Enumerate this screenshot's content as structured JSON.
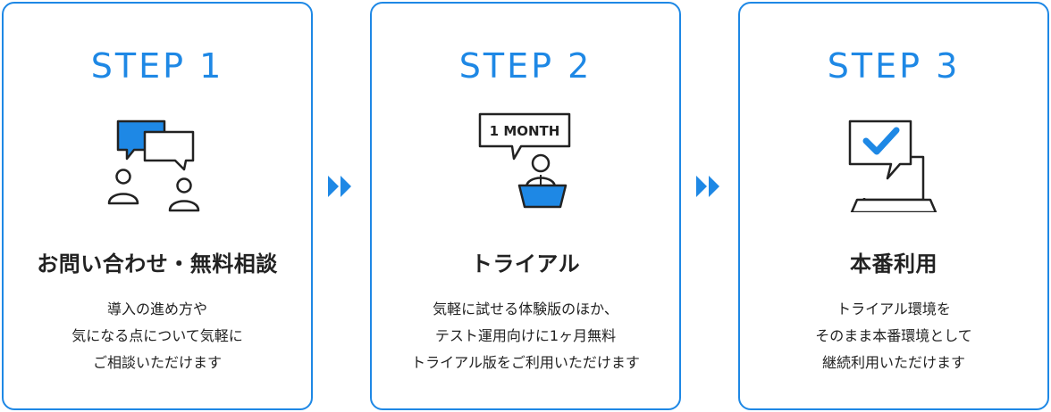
{
  "colors": {
    "accent": "#1e88e5",
    "text": "#222222",
    "background": "#ffffff"
  },
  "steps": [
    {
      "step_label": "STEP 1",
      "icon": "consultation-icon",
      "title": "お問い合わせ・無料相談",
      "description": [
        "導入の進め方や",
        "気になる点について気軽に",
        "ご相談いただけます"
      ]
    },
    {
      "step_label": "STEP 2",
      "icon": "trial-presenter-icon",
      "sign_text": "1 MONTH",
      "title": "トライアル",
      "description": [
        "気軽に試せる体験版のほか、",
        "テスト運用向けに1ヶ月無料",
        "トライアル版をご利用いただけます"
      ]
    },
    {
      "step_label": "STEP 3",
      "icon": "laptop-check-icon",
      "title": "本番利用",
      "description": [
        "トライアル環境を",
        "そのまま本番環境として",
        "継続利用いただけます"
      ]
    }
  ],
  "arrows": [
    "double-chevron-right-icon",
    "double-chevron-right-icon"
  ]
}
